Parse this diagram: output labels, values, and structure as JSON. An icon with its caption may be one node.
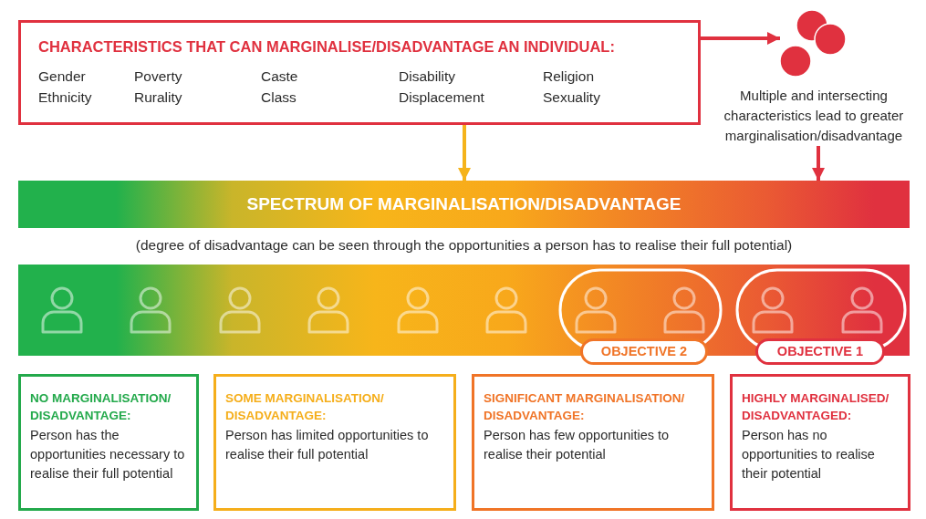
{
  "diagram": {
    "nodes": [
      {
        "text": [
          "CHARACTERISTICS THAT CAN MARGINALISE/DISADVANTAGE AN INDIVIDUAL:",
          "Gender",
          "Ethnicity",
          "Poverty",
          "Rurality",
          "Caste",
          "Class",
          "Disability",
          "Displacement",
          "Religion",
          "Sexuality"
        ]
      },
      {
        "text": [],
        "shape": "circle"
      },
      {
        "text": [
          "Multiple and intersecting characteristics lead to greater marginalisation/disadvantage"
        ]
      },
      {
        "text": [
          "SPECTRUM OF MARGINALISATION/DISADVANTAGE"
        ],
        "beside": [
          "(degree of disadvantage can be seen through the opportunities a person has to realise their full potential)"
        ]
      },
      {
        "text": [
          "OBJECTIVE 2"
        ]
      },
      {
        "text": [
          "OBJECTIVE 1"
        ]
      },
      {
        "text": [
          "NO MARGINALISATION/ DISADVANTAGE:",
          "Person has the opportunities necessary to realise their full potential"
        ]
      },
      {
        "text": [
          "SOME MARGINALISATION/ DISADVANTAGE:",
          "Person has limited opportunities to realise their full potential"
        ]
      },
      {
        "text": [
          "SIGNIFICANT MARGINALISATION/ DISADVANTAGE:",
          "Person has few opportunities to realise their potential"
        ]
      },
      {
        "text": [
          "HIGHLY MARGINALISED/ DISADVANTAGED:",
          "Person has no opportunities to realise their potential"
        ]
      }
    ],
    "edges": [
      {
        "from": 0,
        "to": 1,
        "arrow": "to"
      },
      {
        "from": 0,
        "to": 3,
        "arrow": "to",
        "color": "#f5b31b"
      },
      {
        "from": 2,
        "to": 3,
        "arrow": "to"
      }
    ]
  }
}
